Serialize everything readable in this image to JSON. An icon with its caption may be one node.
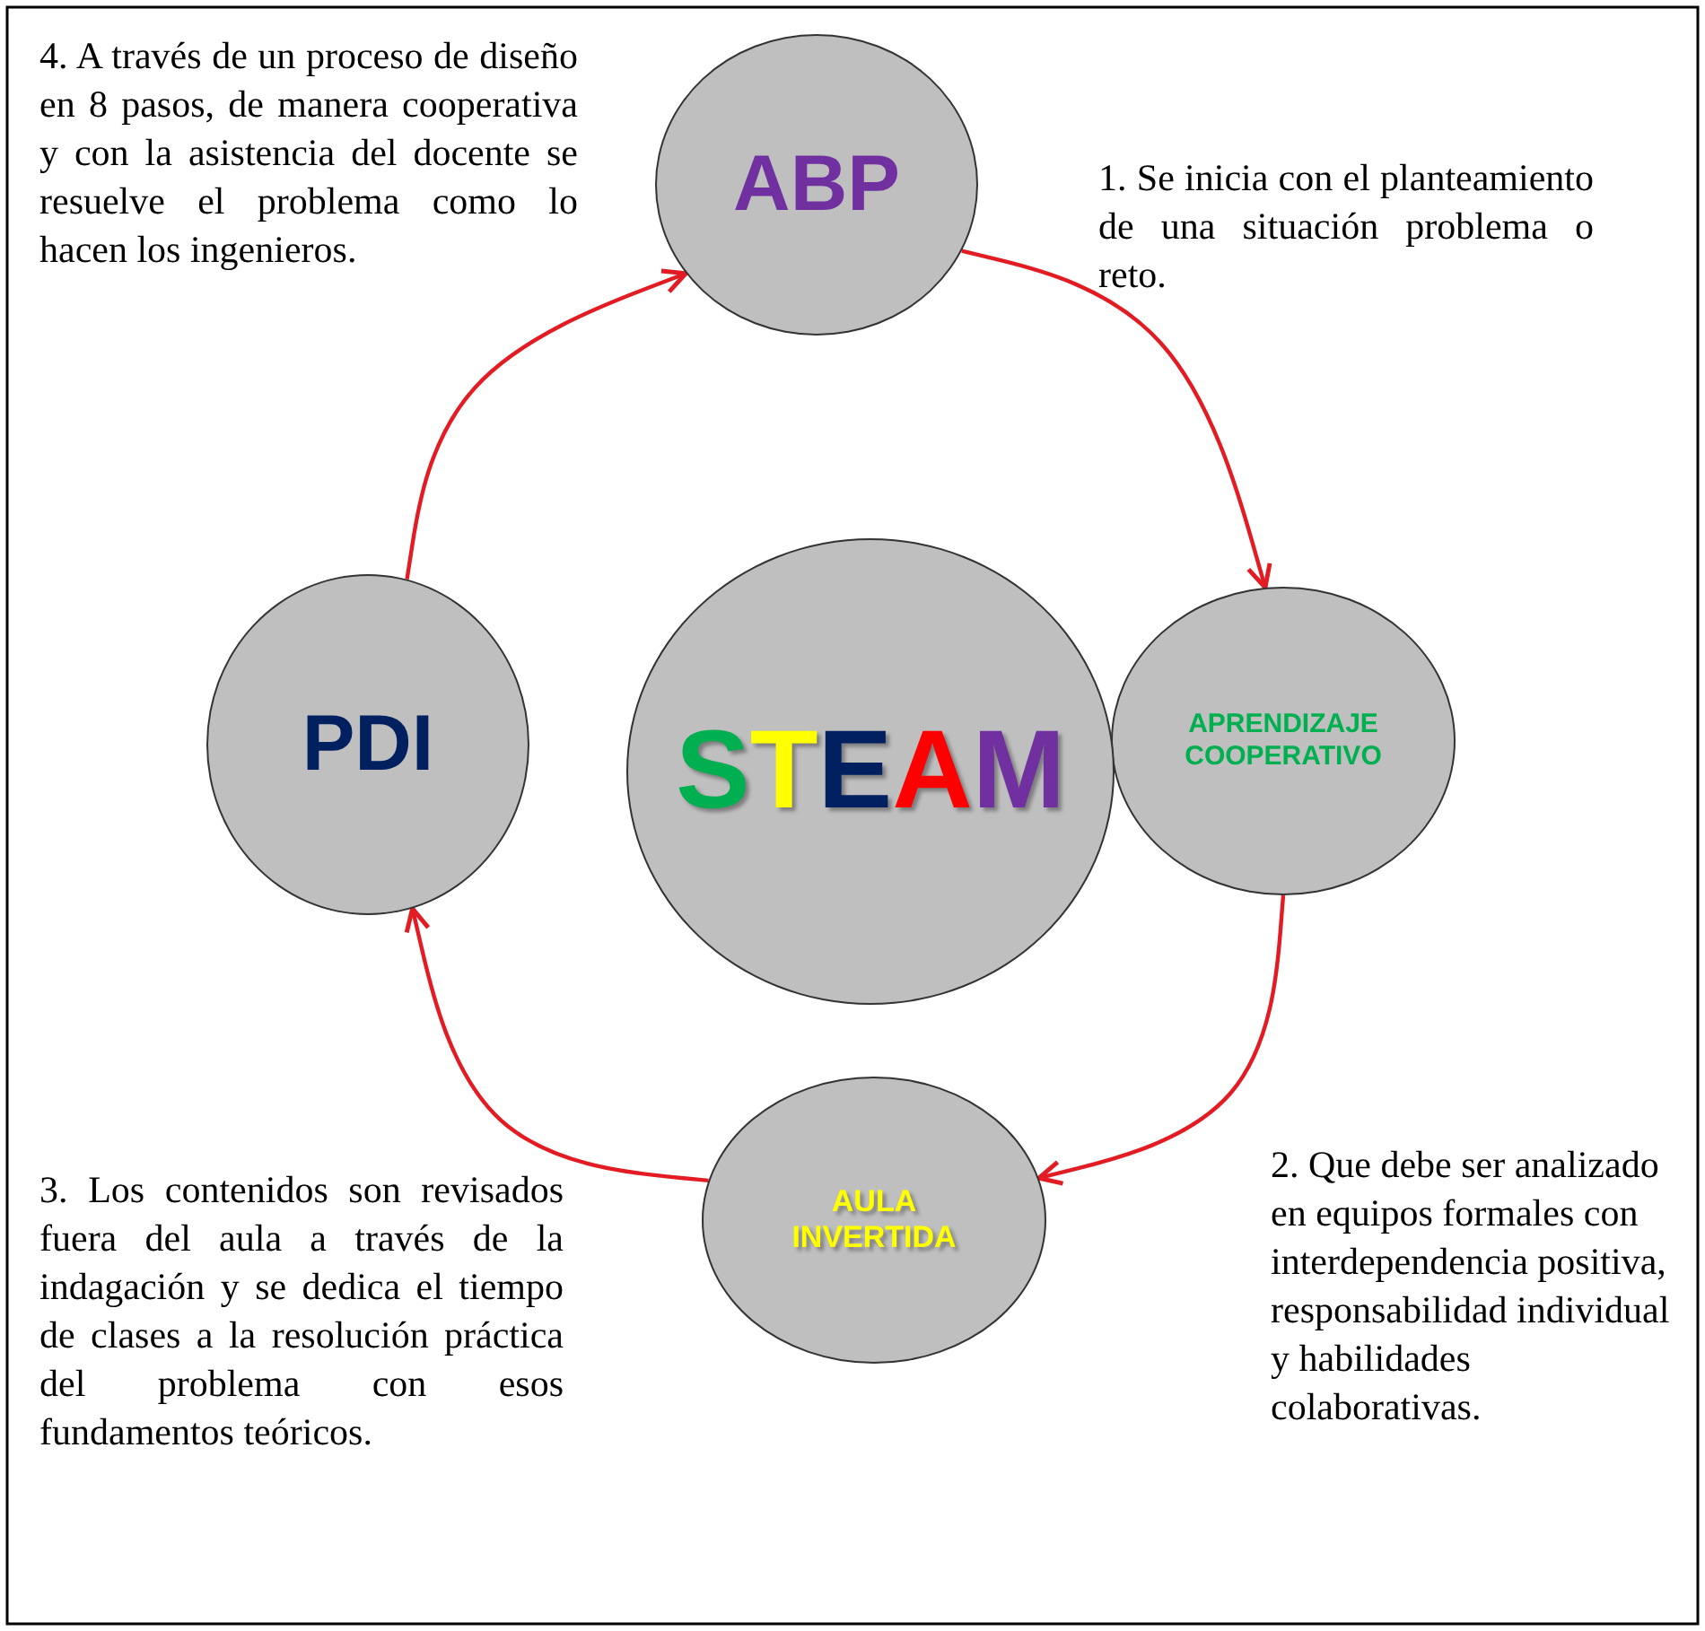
{
  "diagram": {
    "nodes": [
      {
        "text": [
          "ABP"
        ]
      },
      {
        "text": [
          "APRENDIZAJE COOPERATIVO"
        ]
      },
      {
        "text": [
          "AULA INVERTIDA"
        ]
      },
      {
        "text": [
          "PDI"
        ]
      },
      {
        "text": [
          "STEAM"
        ]
      }
    ],
    "edges": [
      {
        "from": 0,
        "to": 1,
        "arrow": "to"
      },
      {
        "from": 1,
        "to": 2,
        "arrow": "to"
      },
      {
        "from": 2,
        "to": 3,
        "arrow": "to"
      },
      {
        "from": 3,
        "to": 0,
        "arrow": "to"
      }
    ],
    "labels": [
      "4. A través de un proceso de diseño en 8 pasos, de manera cooperativa y con la asistencia del docente se resuelve el problema como lo hacen los ingenieros.",
      "1. Se inicia con el planteamiento de una situación problema o reto.",
      "3. Los contenidos son revisados fuera del aula a través de la indagación y se dedica el tiempo de clases a la resolución práctica del problema con esos fundamentos teóricos.",
      "2. Que debe ser analizado en equipos formales con interdependencia positiva, responsabilidad individual y habilidades colaborativas."
    ]
  }
}
